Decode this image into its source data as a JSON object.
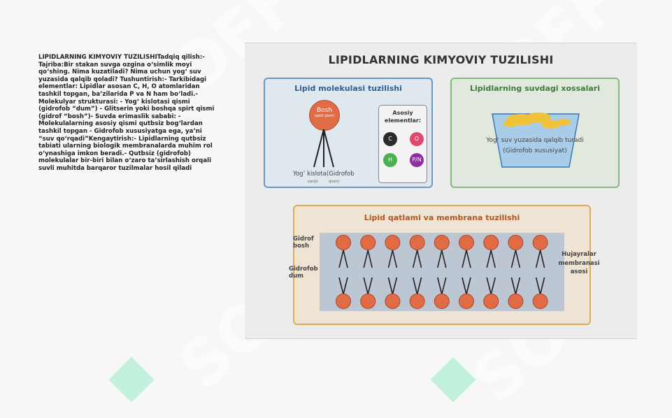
{
  "left_text": "LIPIDLARNING KIMYOVIY TUZILISHITadqiq qilish:- Tajriba:Bir stakan suvga ozgina o‘simlik moyi qo‘shing. Nima kuzatiladi? Nima uchun yog‘ suv yuzasida qalqib qoladi? Tushuntirish:- Tarkibidagi elementlar: Lipidlar asosan C, H, O atomlaridan tashkil topgan, ba’zilarida P va N ham bo‘ladi.- Molekulyar strukturasi:  - Yog‘ kislotasi qismi (gidrofob “dum”)  - Glitserin yoki boshqa spirt qismi (gidrof “bosh”)- Suvda erimaslik sababi:  - Molekulalarning asosiy qismi qutbsiz bog‘lardan tashkil topgan  - Gidrofob xususiyatga ega, ya’ni “suv qo‘rqadi”Kengaytirish:- Lipidlarning qutbsiz tabiati ularning biologik membranalarda muhim rol o‘ynashiga imkon beradi.- Qutbsiz (gidrofob) molekulalar bir-biri bilan o‘zaro ta’sirlashish orqali suvli muhitda barqaror tuzilmalar hosil qiladi",
  "slide": {
    "title": "LIPIDLARNING KIMYOVIY TUZILISHI",
    "panel1": {
      "title": "Lipid molekulasi tuzilishi",
      "head_label": "Bosh",
      "head_sub": "(spirt qism)",
      "tail_label": "Yog‘ kislota(Gidrofob",
      "tail_sub1": "zanjir",
      "tail_sub2": "qism)",
      "elements_title": "Asosiy elementlar:",
      "atoms": [
        {
          "symbol": "C",
          "color": "#2b2b2b"
        },
        {
          "symbol": "O",
          "color": "#e0486d"
        },
        {
          "symbol": "H",
          "color": "#4caf50"
        },
        {
          "symbol": "P/N",
          "color": "#8e2ea1"
        }
      ]
    },
    "panel2": {
      "title": "Lipidlarning suvdagi xossalari",
      "line1": "Yog‘ suv yuzasida qalqib turadi",
      "line2": "(Gidrofob xususiyat)"
    },
    "panel3": {
      "title": "Lipid qatlami va membrana tuzilishi",
      "label_head": "Gidrof bosh",
      "label_tail": "Gidrofob dum",
      "label_right": "Hujayralar membranasi asosi",
      "lipid_count": 9
    }
  },
  "watermark": "SOFF"
}
